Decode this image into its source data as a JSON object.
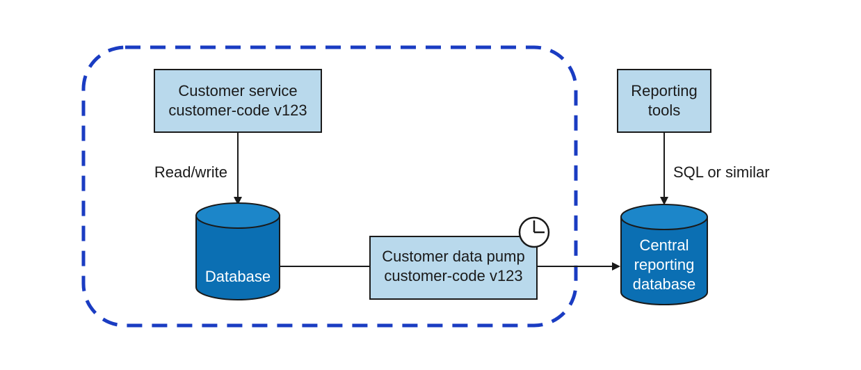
{
  "nodes": {
    "customer_service": {
      "line1": "Customer service",
      "line2": "customer-code v123"
    },
    "database": {
      "label": "Database"
    },
    "data_pump": {
      "line1": "Customer data pump",
      "line2": "customer-code v123"
    },
    "reporting_tools": {
      "line1": "Reporting",
      "line2": "tools"
    },
    "central_db": {
      "line1": "Central",
      "line2": "reporting",
      "line3": "database"
    }
  },
  "edges": {
    "read_write": {
      "label": "Read/write"
    },
    "sql": {
      "label": "SQL or similar"
    }
  },
  "colors": {
    "box_fill": "#b9d9ec",
    "box_stroke": "#1a1a1a",
    "cylinder_fill": "#0b6fb3",
    "cylinder_top": "#1c86c9",
    "boundary": "#1a3cc2"
  }
}
